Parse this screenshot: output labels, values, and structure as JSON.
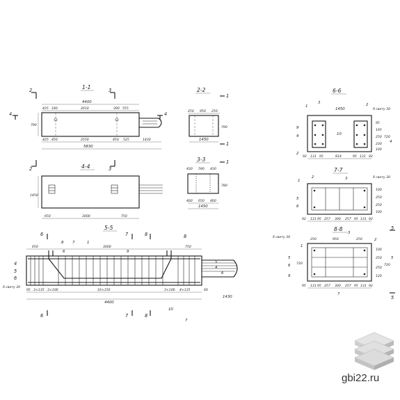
{
  "sections": {
    "s11": {
      "title": "1-1",
      "cuts": {
        "left": "2",
        "mid": "3",
        "side": "4"
      },
      "dims": {
        "overall_top": "4400",
        "top_row": [
          "435",
          "180",
          "2610",
          "390",
          "555"
        ],
        "bottom_row": [
          "425",
          "450",
          "2550",
          "450",
          "525",
          "1430"
        ],
        "overall_bottom": "5830",
        "height": "790"
      }
    },
    "s22": {
      "title": "2-2",
      "cut": "1",
      "dims": {
        "top": [
          "250",
          "950",
          "250"
        ],
        "bottom": "1450",
        "height": "790"
      }
    },
    "s33": {
      "title": "3-3",
      "cut": "1",
      "dims": {
        "top": [
          "430",
          "590",
          "430"
        ],
        "bottom": [
          "400",
          "650",
          "400"
        ],
        "overall": "1450",
        "height": "780"
      }
    },
    "s44": {
      "title": "4-4",
      "dims": {
        "left": "650",
        "mid": "3000",
        "right": "750",
        "height": "1450"
      }
    },
    "s55": {
      "title": "5-5",
      "cuts": {
        "a": "6",
        "b": "7",
        "c": "8",
        "d": "4",
        "e": "5",
        "f": "6"
      },
      "dims": {
        "top_left": "650",
        "top_mid": "3000",
        "top_right": "750",
        "bottom": [
          "95",
          "3×135",
          "3×100",
          "16×150",
          "3×100",
          "4×135",
          "60"
        ],
        "overall": "4400",
        "ext": "1430",
        "cover": "δ свету 30"
      },
      "labels": [
        "8",
        "6",
        "7",
        "1",
        "9",
        "10",
        "7",
        "8",
        "5",
        "4",
        "6"
      ]
    },
    "s66": {
      "title": "6-6",
      "labels": [
        "1",
        "3",
        "2",
        "9",
        "4",
        "10",
        "2",
        "4"
      ],
      "cover": "δ свету 30",
      "dims": {
        "width": "1450",
        "bottom": [
          "92",
          "131",
          "95",
          "814",
          "95",
          "131",
          "92"
        ],
        "right": [
          "95",
          "195",
          "250",
          "230",
          "720",
          "100"
        ]
      }
    },
    "s77": {
      "title": "7-7",
      "labels": [
        "1",
        "2",
        "3",
        "5",
        "6"
      ],
      "cover": "δ свету 30",
      "dims": {
        "bottom": [
          "92",
          "131",
          "95",
          "257",
          "300",
          "257",
          "95",
          "131",
          "92"
        ],
        "right": [
          "100",
          "250",
          "250",
          "100"
        ]
      }
    },
    "s88": {
      "title": "8-8",
      "labels": [
        "1",
        "2",
        "3",
        "5",
        "6",
        "9",
        "7",
        "5"
      ],
      "cover": "δ свету 30",
      "dims": {
        "top": [
          "250",
          "950",
          "250"
        ],
        "bottom": [
          "95",
          "131",
          "95",
          "257",
          "300",
          "257",
          "95",
          "131",
          "92"
        ],
        "right": [
          "100",
          "250",
          "250",
          "120"
        ],
        "height": "720"
      }
    }
  },
  "brand": {
    "site": "gbi22.ru",
    "logo_icon": "stacked-slabs-icon"
  }
}
